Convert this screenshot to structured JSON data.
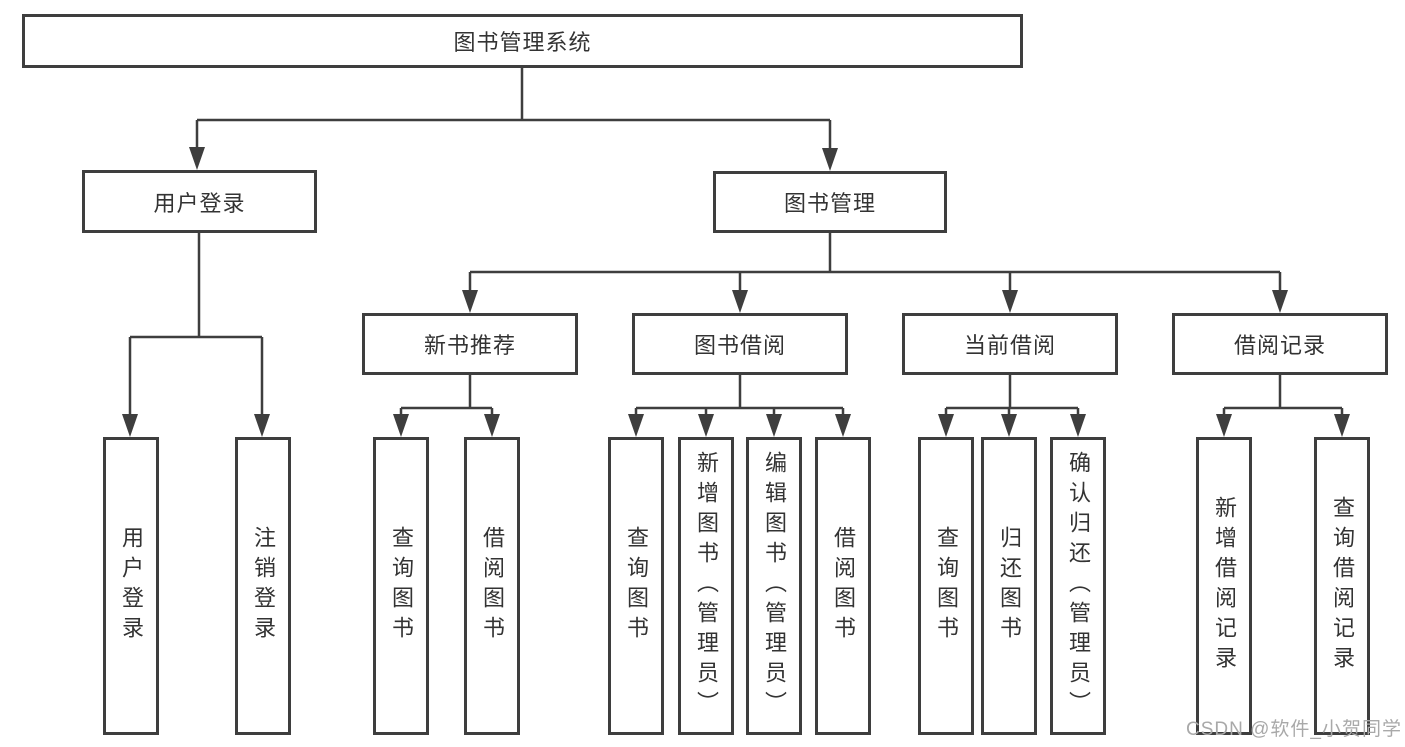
{
  "title": "图书管理系统",
  "tree": {
    "root": "图书管理系统",
    "children": [
      {
        "label": "用户登录",
        "children": [
          {
            "label": "用户登录"
          },
          {
            "label": "注销登录"
          }
        ]
      },
      {
        "label": "图书管理",
        "children": [
          {
            "label": "新书推荐",
            "children": [
              {
                "label": "查询图书"
              },
              {
                "label": "借阅图书"
              }
            ]
          },
          {
            "label": "图书借阅",
            "children": [
              {
                "label": "查询图书"
              },
              {
                "label": "新增图书（管理员）"
              },
              {
                "label": "编辑图书（管理员）"
              },
              {
                "label": "借阅图书"
              }
            ]
          },
          {
            "label": "当前借阅",
            "children": [
              {
                "label": "查询图书"
              },
              {
                "label": "归还图书"
              },
              {
                "label": "确认归还（管理员）"
              }
            ]
          },
          {
            "label": "借阅记录",
            "children": [
              {
                "label": "新增借阅记录"
              },
              {
                "label": "查询借阅记录"
              }
            ]
          }
        ]
      }
    ]
  },
  "watermark": "CSDN @软件_小贺同学",
  "colors": {
    "line": "#3e3e3e",
    "box_border": "#3e3e3e",
    "text": "#333333",
    "watermark": "#a9a9a9",
    "background": "#ffffff"
  }
}
